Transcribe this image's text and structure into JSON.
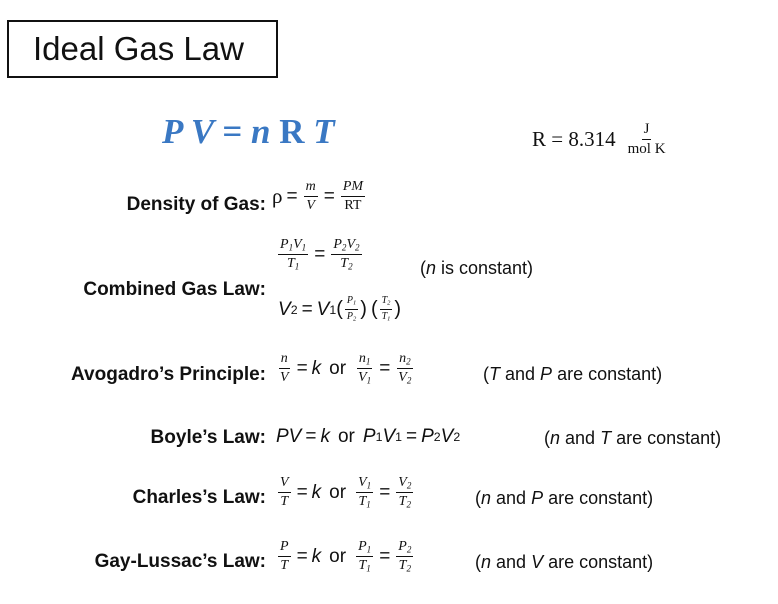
{
  "title": "Ideal Gas Law",
  "main_equation": {
    "P": "P",
    "V": "V",
    "eq": "=",
    "n": "n",
    "R": "R",
    "T": "T"
  },
  "r_constant": {
    "lhs": "R = 8.314",
    "unit_num": "J",
    "unit_den": "mol K"
  },
  "density": {
    "label": "Density of Gas:",
    "rho": "ρ",
    "f1_num": "m",
    "f1_den": "V",
    "f2_num": "PM",
    "f2_den": "RT"
  },
  "combined": {
    "label": "Combined Gas Law:",
    "condition": "(n is constant)",
    "cond_var": "n",
    "cond_rest": " is constant)"
  },
  "avogadro": {
    "label": "Avogadro’s Principle:",
    "or": "or",
    "k": "k",
    "condition_vars": [
      "T",
      "P"
    ],
    "condition_text": [
      "(",
      " and ",
      " are constant)"
    ]
  },
  "boyle": {
    "label": "Boyle’s Law:",
    "lhs": "PV",
    "k": "k",
    "or": "or",
    "condition_vars": [
      "n",
      "T"
    ],
    "condition_text": [
      "(",
      " and ",
      " are constant)"
    ]
  },
  "charles": {
    "label": "Charles’s Law:",
    "k": "k",
    "or": "or",
    "condition_vars": [
      "n",
      "P"
    ],
    "condition_text": [
      "(",
      " and ",
      " are constant)"
    ]
  },
  "gaylussac": {
    "label": "Gay-Lussac’s Law:",
    "k": "k",
    "or": "or",
    "condition_vars": [
      "n",
      "V"
    ],
    "condition_text": [
      "(",
      " and ",
      " are constant)"
    ]
  }
}
